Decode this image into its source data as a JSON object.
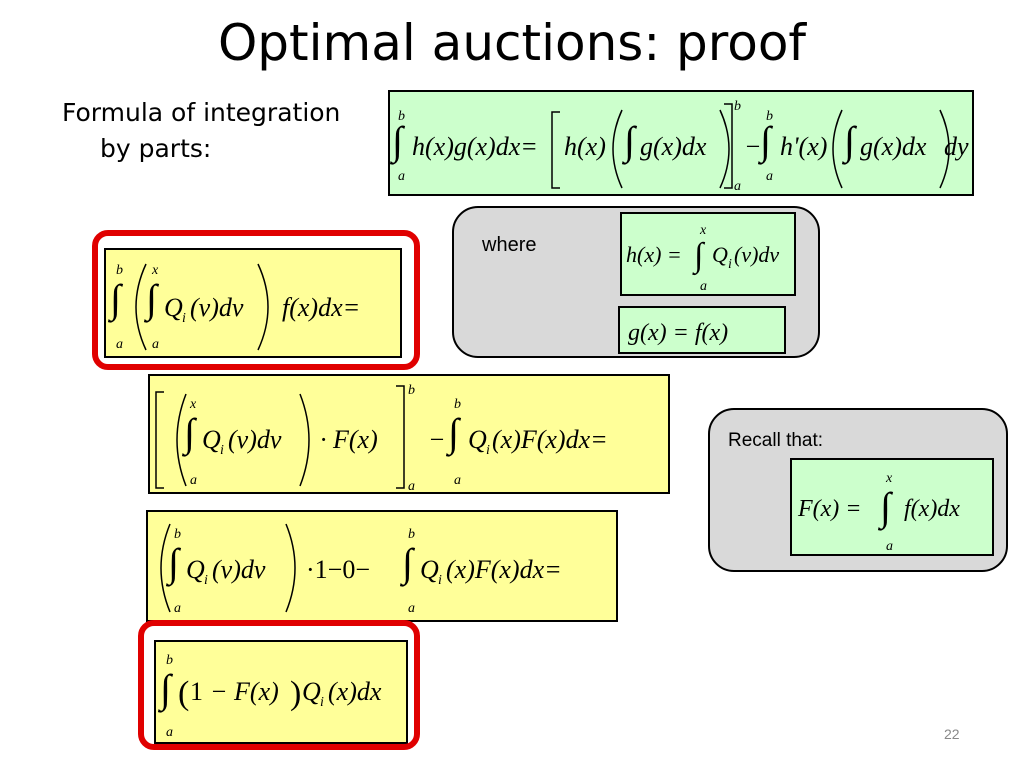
{
  "slide": {
    "title": "Optimal auctions:  proof",
    "subtitle_line1": "Formula of integration",
    "subtitle_line2": "by parts:",
    "where_label": "where",
    "recall_label": "Recall that:",
    "page_number": "22"
  },
  "colors": {
    "green_box": "#ccffcc",
    "yellow_box": "#ffff99",
    "grey_panel": "#d9d9d9",
    "highlight_red": "#e00000"
  },
  "equations": {
    "parts_formula": "∫_a^b h(x)g(x)dx = [h(x)(∫g(x)dx)]_a^b − ∫_a^b h'(x)(∫g(x)dx)dy",
    "step1": "∫_a^b (∫_a^x Q_i(v)dv) f(x)dx =",
    "h_def": "h(x) = ∫_a^x Q_i(v)dv",
    "g_def": "g(x) = f(x)",
    "step2": "[(∫_a^x Q_i(v)dv)·F(x)]_a^b − ∫_a^b Q_i(x)F(x)dx =",
    "F_def": "F(x) = ∫_a^x f(x)dx",
    "step3": "(∫_a^b Q_i(v)dv)·1 − 0 − ∫_a^b Q_i(x)F(x)dx =",
    "result": "∫_a^b (1 − F(x))Q_i(x)dx"
  }
}
